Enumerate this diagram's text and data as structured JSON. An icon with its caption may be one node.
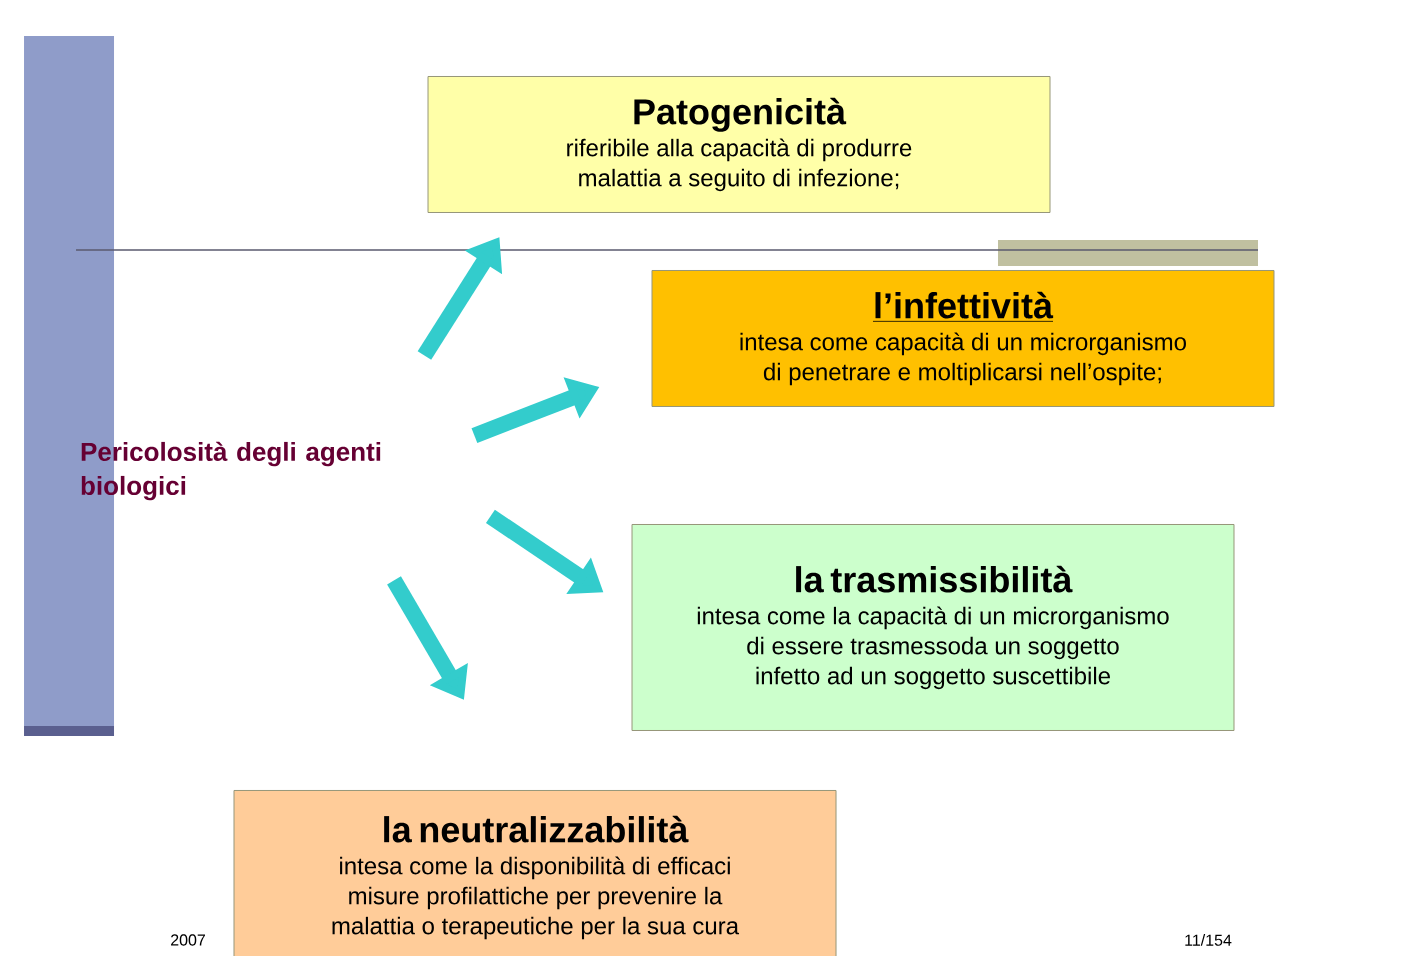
{
  "diagram": {
    "nodes": [
      {
        "text": [
          "Pericolosità degli agenti biologici"
        ]
      },
      {
        "text": [
          "Patogenicità",
          "riferibile alla capacità di produrre malattia a seguito di infezione;"
        ]
      },
      {
        "text": [
          "l’infettività",
          "intesa come capacità di un microrganismo di penetrare e moltiplicarsi nell’ospite;"
        ]
      },
      {
        "text": [
          "la trasmissibilità",
          "intesa come la capacità di un microrganismo di essere trasmessoda un soggetto infetto ad un soggetto suscettibile"
        ]
      },
      {
        "text": [
          "la neutralizzabilità",
          "intesa come la disponibilità di efficaci misure profilattiche per prevenire la malattia o terapeutiche per la sua cura"
        ]
      }
    ],
    "edges": [
      {
        "from": 0,
        "to": 1,
        "arrow": "to"
      },
      {
        "from": 0,
        "to": 2,
        "arrow": "to"
      },
      {
        "from": 0,
        "to": 3,
        "arrow": "to"
      },
      {
        "from": 0,
        "to": 4,
        "arrow": "to"
      }
    ],
    "labels": [
      "2007",
      "11/154"
    ]
  }
}
